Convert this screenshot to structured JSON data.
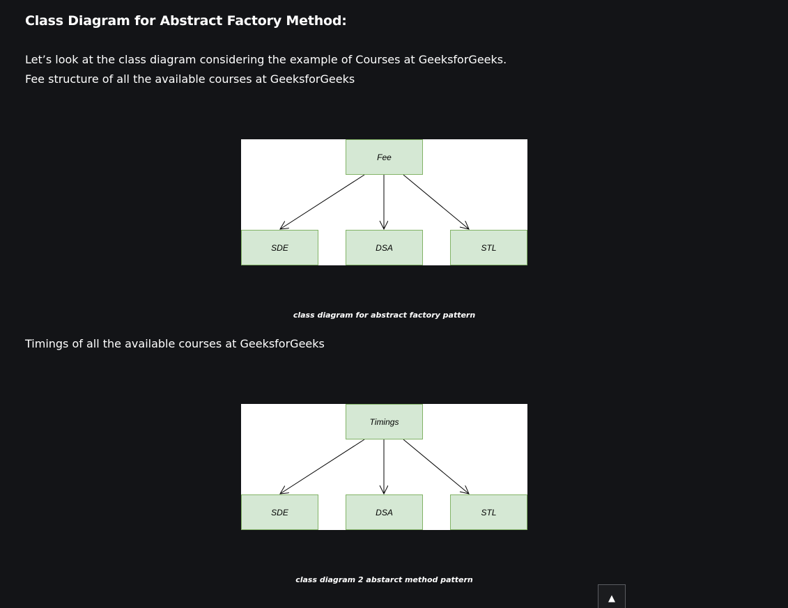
{
  "heading": "Class Diagram for Abstract Factory Method:",
  "paragraphs": {
    "intro_line1": "Let’s look at the class diagram considering the example of Courses at GeeksforGeeks.",
    "intro_line2": "Fee structure of all the available courses at GeeksforGeeks",
    "timings_intro": "Timings of all the available courses at GeeksforGeeks"
  },
  "diagrams": [
    {
      "parent": "Fee",
      "children": [
        "SDE",
        "DSA",
        "STL"
      ],
      "caption": "class diagram for abstract factory pattern"
    },
    {
      "parent": "Timings",
      "children": [
        "SDE",
        "DSA",
        "STL"
      ],
      "caption": "class diagram 2 abstarct method pattern"
    }
  ],
  "scroll_top": {
    "icon": "arrow-up-icon",
    "glyph": "▲"
  },
  "colors": {
    "background": "#131417",
    "box_fill": "#d5e8d4",
    "box_border": "#82b366"
  }
}
